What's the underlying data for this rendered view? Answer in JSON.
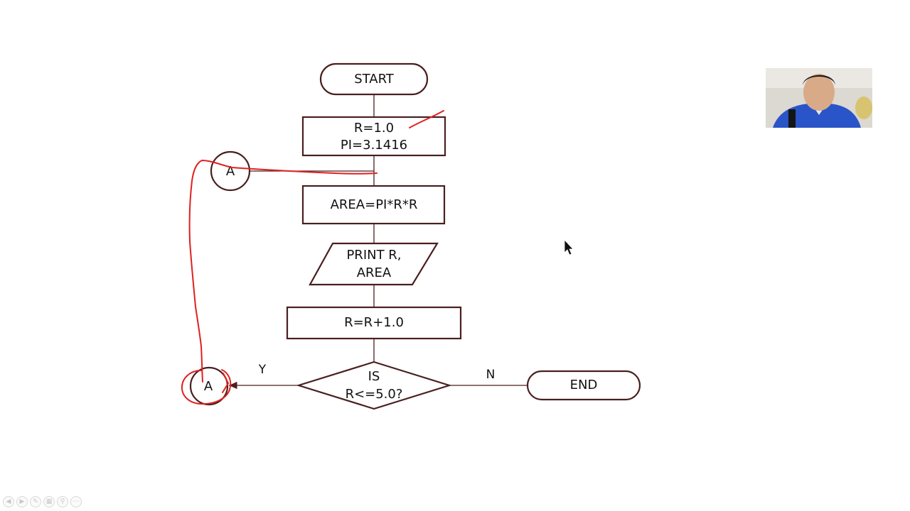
{
  "flowchart": {
    "start": "START",
    "init_line1": "R=1.0",
    "init_line2": "PI=3.1416",
    "connector_top": "A",
    "area": "AREA=PI*R*R",
    "print_line1": "PRINT R,",
    "print_line2": "AREA",
    "increment": "R=R+1.0",
    "decision_line1": "IS",
    "decision_line2": "R<=5.0?",
    "yes_label": "Y",
    "no_label": "N",
    "connector_bottom": "A",
    "end": "END"
  },
  "colors": {
    "outline": "#4a1f1f",
    "annotation": "#e02020",
    "background": "#ffffff"
  },
  "toolbar": {
    "icons": [
      "prev-icon",
      "next-icon",
      "pen-icon",
      "slides-icon",
      "zoom-icon",
      "more-icon"
    ]
  }
}
